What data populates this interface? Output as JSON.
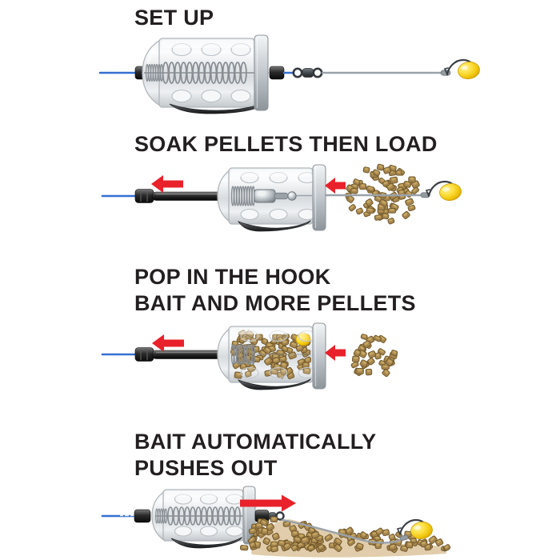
{
  "steps": [
    {
      "name": "set-up",
      "title_lines": [
        "SET UP"
      ]
    },
    {
      "name": "soak-pellets-then-load",
      "title_lines": [
        "SOAK PELLETS THEN LOAD"
      ]
    },
    {
      "name": "pop-in-hook-bait",
      "title_lines": [
        "POP IN THE HOOK",
        "BAIT AND MORE PELLETS"
      ]
    },
    {
      "name": "bait-pushes-out",
      "title_lines": [
        "BAIT AUTOMATICALLY",
        "PUSHES OUT"
      ]
    }
  ],
  "colors": {
    "background": "#ffffff",
    "title_text": "#231f20",
    "arrow_red": "#e8212b",
    "mainline_blue": "#3570d1",
    "hooklength_gray": "#9aa2a9",
    "pellet_brown": "#a5854f",
    "pellet_brown_dark": "#6e5527",
    "pellet_brown_light": "#c8a863",
    "bait_yellow": "#f6d313",
    "feeder_body_gray": "#dde1e4",
    "weight_dark_gray": "#3b3e41",
    "spring_gray": "#878d93"
  }
}
